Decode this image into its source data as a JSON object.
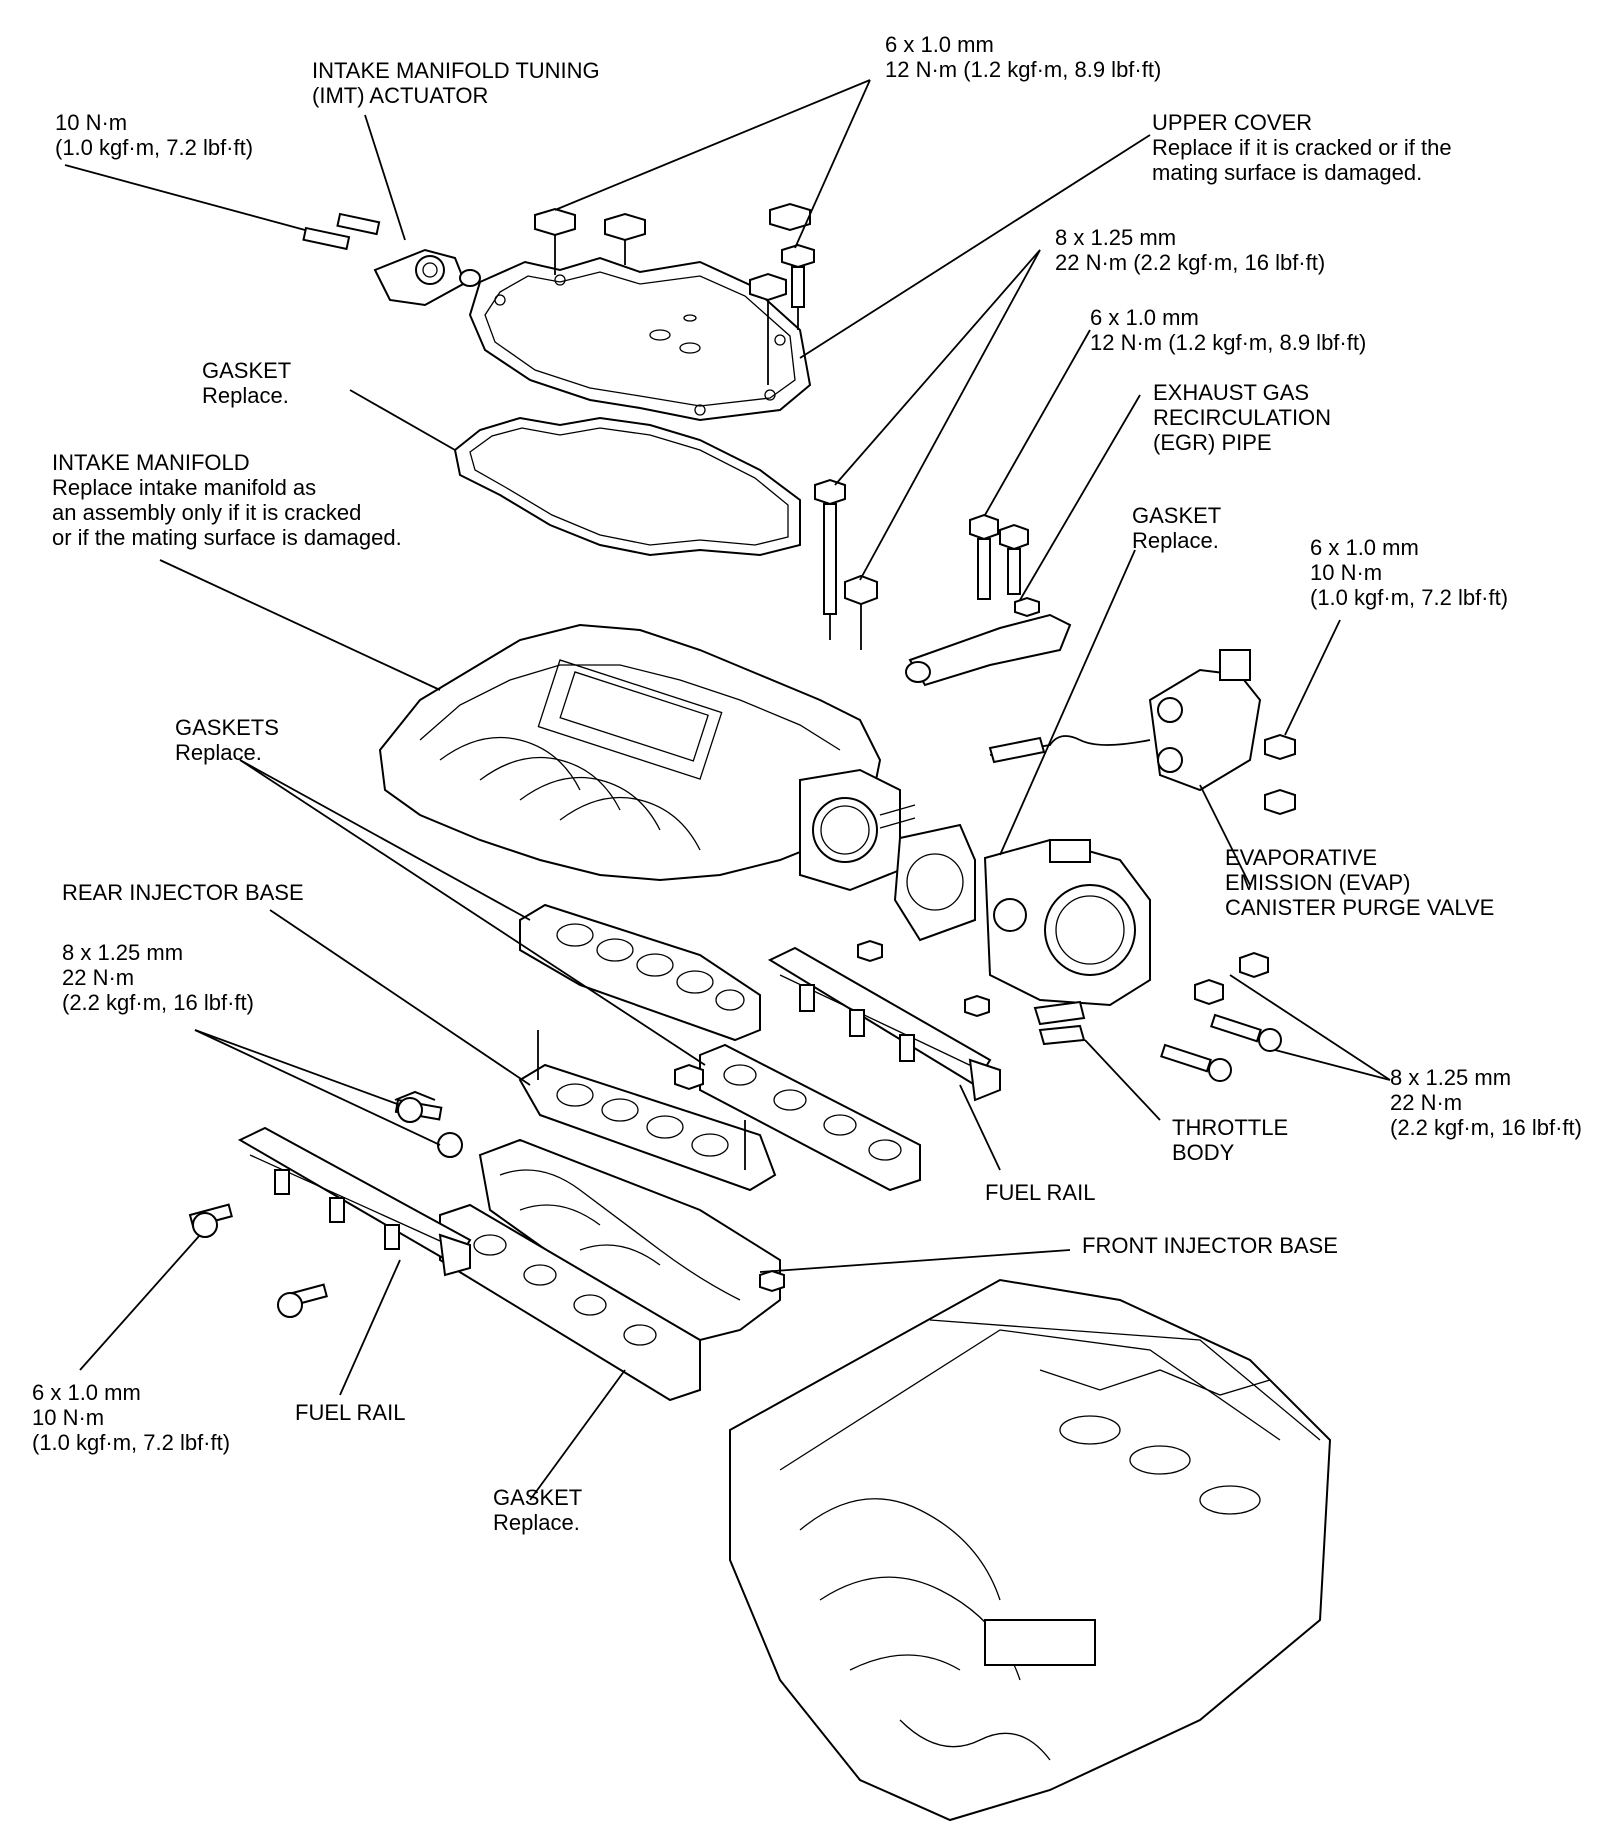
{
  "labels": {
    "imt_actuator": [
      "INTAKE MANIFOLD TUNING",
      "(IMT) ACTUATOR"
    ],
    "imt_torque": [
      "10 N·m",
      "(1.0 kgf·m, 7.2 lbf·ft)"
    ],
    "cover_bolt_spec": [
      "6 x 1.0 mm",
      "12 N·m (1.2 kgf·m, 8.9 lbf·ft)"
    ],
    "upper_cover": [
      "UPPER COVER",
      "Replace if it is cracked or if the",
      "mating surface is damaged."
    ],
    "gasket_upper": [
      "GASKET",
      "Replace."
    ],
    "manifold_bolt_spec": [
      "8 x 1.25 mm",
      "22 N·m (2.2 kgf·m, 16 lbf·ft)"
    ],
    "egr_bolt_spec": [
      "6 x 1.0 mm",
      "12 N·m (1.2 kgf·m, 8.9 lbf·ft)"
    ],
    "egr_pipe": [
      "EXHAUST GAS",
      "RECIRCULATION",
      "(EGR) PIPE"
    ],
    "intake_manifold": [
      "INTAKE MANIFOLD",
      "Replace intake manifold as",
      "an assembly only if it is cracked",
      "or if the mating surface is damaged."
    ],
    "gasket_egr": [
      "GASKET",
      "Replace."
    ],
    "evap_nut_spec": [
      "6 x 1.0 mm",
      "10 N·m",
      "(1.0 kgf·m, 7.2 lbf·ft)"
    ],
    "gaskets": [
      "GASKETS",
      "Replace."
    ],
    "evap_valve": [
      "EVAPORATIVE",
      "EMISSION (EVAP)",
      "CANISTER PURGE VALVE"
    ],
    "rear_injector_base": [
      "REAR INJECTOR BASE"
    ],
    "rear_base_bolt_spec": [
      "8 x 1.25 mm",
      "22 N·m",
      "(2.2 kgf·m, 16 lbf·ft)"
    ],
    "throttle_bolt_spec": [
      "8 x 1.25 mm",
      "22 N·m",
      "(2.2 kgf·m, 16 lbf·ft)"
    ],
    "throttle_body": [
      "THROTTLE",
      "BODY"
    ],
    "fuel_rail_rear": [
      "FUEL RAIL"
    ],
    "front_injector_base": [
      "FRONT INJECTOR BASE"
    ],
    "fuel_rail_bolt_spec": [
      "6 x 1.0 mm",
      "10 N·m",
      "(1.0 kgf·m, 7.2 lbf·ft)"
    ],
    "fuel_rail_front": [
      "FUEL RAIL"
    ],
    "gasket_lower": [
      "GASKET",
      "Replace."
    ]
  }
}
